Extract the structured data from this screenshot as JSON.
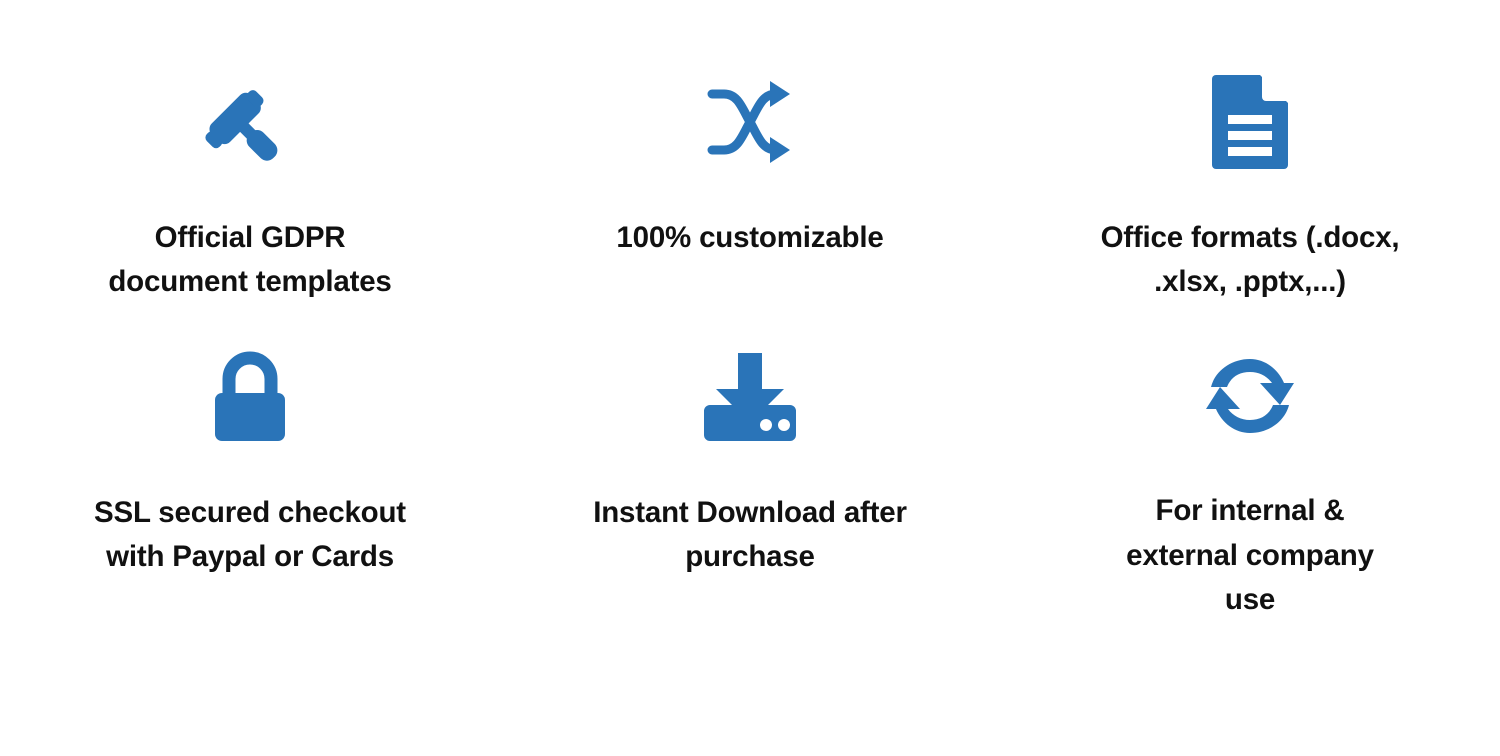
{
  "page": {
    "background_color": "#ffffff",
    "text_color": "#111111",
    "accent_color": "#2a74b8"
  },
  "features": [
    {
      "icon": "gavel-icon",
      "label": "Official GDPR document templates"
    },
    {
      "icon": "shuffle-icon",
      "label": "100% customizable"
    },
    {
      "icon": "document-icon",
      "label": "Office formats (.docx, .xlsx, .pptx,...)"
    },
    {
      "icon": "lock-icon",
      "label": "SSL secured checkout with Paypal or Cards"
    },
    {
      "icon": "download-tray-icon",
      "label": "Instant Download after purchase"
    },
    {
      "icon": "sync-refresh-icon",
      "label": "For internal & external company use"
    }
  ]
}
